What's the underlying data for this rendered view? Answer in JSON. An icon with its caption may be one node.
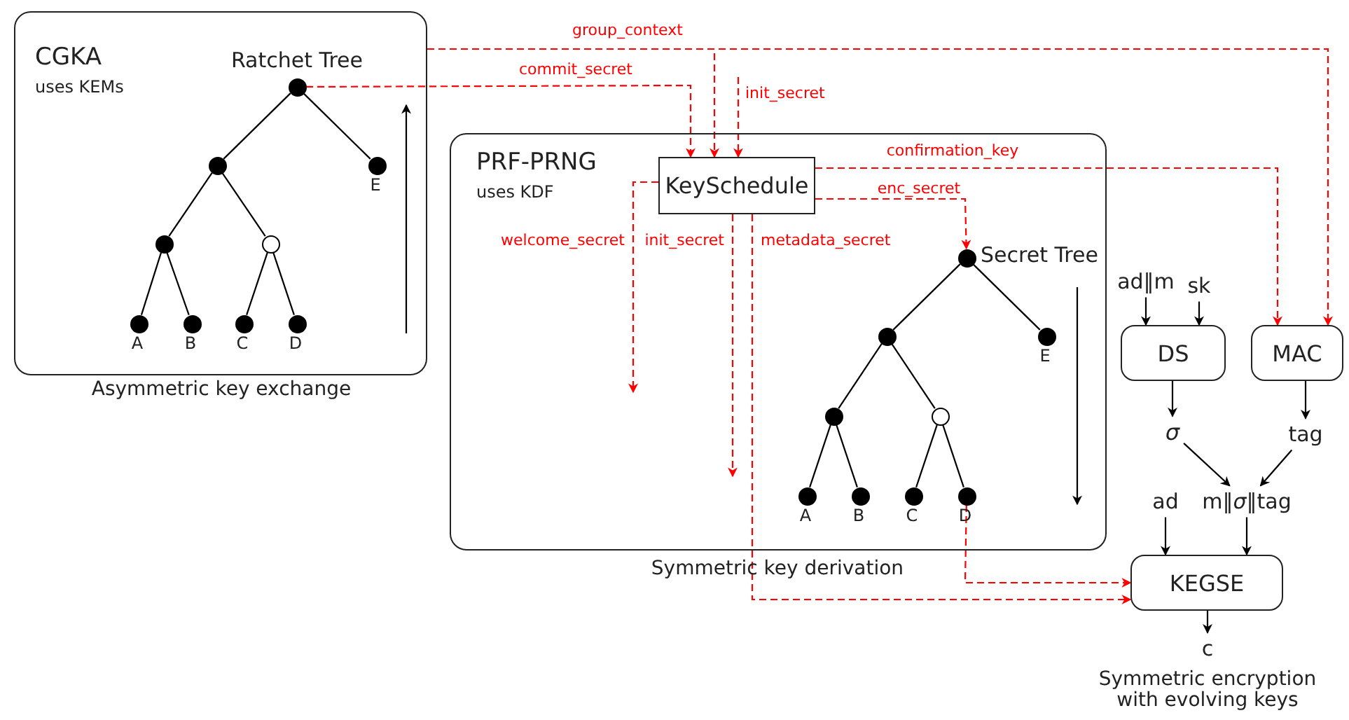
{
  "diagram": {
    "nodes": [
      {
        "text": [
          "CGKA",
          "uses KEMs"
        ],
        "beside": [
          "Asymmetric key exchange"
        ]
      },
      {
        "text": [],
        "shape": "dot",
        "in": 0,
        "beside": [
          "Ratchet Tree"
        ]
      },
      {
        "text": [],
        "shape": "dot",
        "in": 0
      },
      {
        "text": [],
        "shape": "dot",
        "in": 0,
        "beside": [
          "E"
        ]
      },
      {
        "text": [],
        "shape": "dot",
        "in": 0
      },
      {
        "text": [],
        "shape": "circle",
        "in": 0
      },
      {
        "text": [],
        "shape": "dot",
        "in": 0,
        "beside": [
          "A"
        ]
      },
      {
        "text": [],
        "shape": "dot",
        "in": 0,
        "beside": [
          "B"
        ]
      },
      {
        "text": [],
        "shape": "dot",
        "in": 0,
        "beside": [
          "C"
        ]
      },
      {
        "text": [],
        "shape": "dot",
        "in": 0,
        "beside": [
          "D"
        ]
      },
      {
        "text": [
          "PRF-PRNG",
          "uses KDF"
        ],
        "beside": [
          "Symmetric key derivation"
        ]
      },
      {
        "text": [
          "KeySchedule"
        ],
        "in": 10
      },
      {
        "text": [],
        "shape": "dot",
        "in": 10,
        "beside": [
          "Secret Tree"
        ]
      },
      {
        "text": [],
        "shape": "dot",
        "in": 10
      },
      {
        "text": [],
        "shape": "dot",
        "in": 10,
        "beside": [
          "E"
        ]
      },
      {
        "text": [],
        "shape": "dot",
        "in": 10
      },
      {
        "text": [],
        "shape": "circle",
        "in": 10
      },
      {
        "text": [],
        "shape": "dot",
        "in": 10,
        "beside": [
          "A"
        ]
      },
      {
        "text": [],
        "shape": "dot",
        "in": 10,
        "beside": [
          "B"
        ]
      },
      {
        "text": [],
        "shape": "dot",
        "in": 10,
        "beside": [
          "C"
        ]
      },
      {
        "text": [],
        "shape": "dot",
        "in": 10,
        "beside": [
          "D"
        ]
      },
      {
        "text": [
          "ad‖m"
        ]
      },
      {
        "text": [
          "sk"
        ]
      },
      {
        "text": [
          "DS"
        ]
      },
      {
        "text": [
          "MAC"
        ]
      },
      {
        "text": [
          "σ"
        ]
      },
      {
        "text": [
          "tag"
        ]
      },
      {
        "text": [
          "ad"
        ]
      },
      {
        "text": [
          "m‖*σ*‖tag"
        ]
      },
      {
        "text": [
          "KEGSE"
        ]
      },
      {
        "text": [
          "c"
        ]
      }
    ],
    "edges": [
      {
        "from": 1,
        "to": 2,
        "arrow": "none"
      },
      {
        "from": 1,
        "to": 3,
        "arrow": "none"
      },
      {
        "from": 2,
        "to": 4,
        "arrow": "none"
      },
      {
        "from": 2,
        "to": 5,
        "arrow": "none"
      },
      {
        "from": 4,
        "to": 6,
        "arrow": "none"
      },
      {
        "from": 4,
        "to": 7,
        "arrow": "none"
      },
      {
        "from": 5,
        "to": 8,
        "arrow": "none"
      },
      {
        "from": 5,
        "to": 9,
        "arrow": "none"
      },
      {
        "from": 12,
        "to": 13,
        "arrow": "none"
      },
      {
        "from": 12,
        "to": 14,
        "arrow": "none"
      },
      {
        "from": 13,
        "to": 15,
        "arrow": "none"
      },
      {
        "from": 13,
        "to": 16,
        "arrow": "none"
      },
      {
        "from": 15,
        "to": 17,
        "arrow": "none"
      },
      {
        "from": 15,
        "to": 18,
        "arrow": "none"
      },
      {
        "from": 16,
        "to": 19,
        "arrow": "none"
      },
      {
        "from": 16,
        "to": 20,
        "arrow": "none"
      },
      {
        "from": 0,
        "to": 11,
        "arrow": "to",
        "label": "group_context",
        "style": "dashed",
        "color": "#ff0000"
      },
      {
        "from": 0,
        "to": 24,
        "arrow": "to",
        "style": "dashed",
        "color": "#ff0000"
      },
      {
        "from": 1,
        "to": 11,
        "arrow": "to",
        "label": "commit_secret",
        "style": "dashed",
        "color": "#ff0000"
      },
      {
        "from": null,
        "to": 11,
        "arrow": "to",
        "label": "init_secret",
        "style": "dashed",
        "color": "#ff0000"
      },
      {
        "from": 11,
        "to": 24,
        "arrow": "to",
        "label": "confirmation_key",
        "style": "dashed",
        "color": "#ff0000"
      },
      {
        "from": 11,
        "to": 12,
        "arrow": "to",
        "label": "enc_secret",
        "style": "dashed",
        "color": "#ff0000"
      },
      {
        "from": 11,
        "to": null,
        "arrow": "to",
        "label": "welcome_secret",
        "style": "dashed",
        "color": "#ff0000"
      },
      {
        "from": 11,
        "to": null,
        "arrow": "to",
        "label": "init_secret",
        "style": "dashed",
        "color": "#ff0000"
      },
      {
        "from": 11,
        "to": 29,
        "arrow": "to",
        "label": "metadata_secret",
        "style": "dashed",
        "color": "#ff0000"
      },
      {
        "from": 20,
        "to": 29,
        "arrow": "to",
        "style": "dashed",
        "color": "#ff0000"
      },
      {
        "from": 21,
        "to": 23,
        "arrow": "to"
      },
      {
        "from": 22,
        "to": 23,
        "arrow": "to"
      },
      {
        "from": 23,
        "to": 25,
        "arrow": "to"
      },
      {
        "from": 24,
        "to": 26,
        "arrow": "to"
      },
      {
        "from": 25,
        "to": 28,
        "arrow": "to"
      },
      {
        "from": 26,
        "to": 28,
        "arrow": "to"
      },
      {
        "from": 27,
        "to": 29,
        "arrow": "to"
      },
      {
        "from": 28,
        "to": 29,
        "arrow": "to"
      },
      {
        "from": 29,
        "to": 30,
        "arrow": "to"
      }
    ],
    "labels": [
      "Symmetric encryption with evolving keys"
    ]
  }
}
